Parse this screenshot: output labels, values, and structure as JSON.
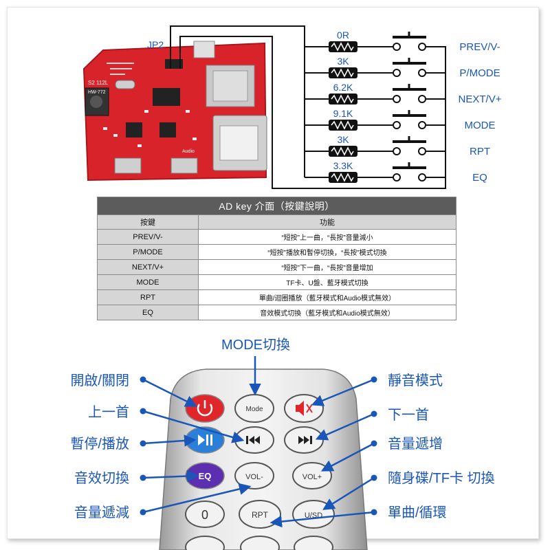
{
  "board": {
    "jp2_label": "JP2",
    "model": "HW-772",
    "audio": "Audio",
    "chip": "S2 112L"
  },
  "resistors": [
    "0R",
    "3K",
    "6.2K",
    "9.1K",
    "3K",
    "3.3K"
  ],
  "key_names": [
    "PREV/V-",
    "P/MODE",
    "NEXT/V+",
    "MODE",
    "RPT",
    "EQ"
  ],
  "table": {
    "title": "AD key 介面（按鍵說明）",
    "col_key": "按鍵",
    "col_func": "功能",
    "rows": [
      {
        "key": "PREV/V-",
        "func": "“短按”上一曲，“長按”音量減小"
      },
      {
        "key": "P/MODE",
        "func": "“短按”播放和暫停切換，“長按”模式切換"
      },
      {
        "key": "NEXT/V+",
        "func": "“短按”下一曲，“長按”音量增加"
      },
      {
        "key": "MODE",
        "func": "TF卡、U盤、藍牙模式切換"
      },
      {
        "key": "RPT",
        "func": "單曲/迴圈播放（藍牙模式和Audio模式無效）"
      },
      {
        "key": "EQ",
        "func": "音效模式切換（藍牙模式和Audio模式無效）"
      }
    ]
  },
  "remote": {
    "mode_label": "MODE切換",
    "left_labels": [
      "開啟/關閉",
      "上一首",
      "暫停/播放",
      "音效切換",
      "音量遞減"
    ],
    "right_labels": [
      "靜音模式",
      "下一首",
      "音量遞增",
      "隨身碟/TF卡 切換",
      "單曲/循環"
    ],
    "buttons": {
      "mode": "Mode",
      "vol_minus": "VOL-",
      "vol_plus": "VOL+",
      "eq": "EQ",
      "zero": "0",
      "rpt": "RPT",
      "usd": "U/SD"
    }
  },
  "colors": {
    "accent_blue": "#1a56b8",
    "board_red": "#d9232a",
    "power_red": "#e1262b",
    "play_blue": "#2a7fd8",
    "eq_purple": "#5b2fb0"
  }
}
